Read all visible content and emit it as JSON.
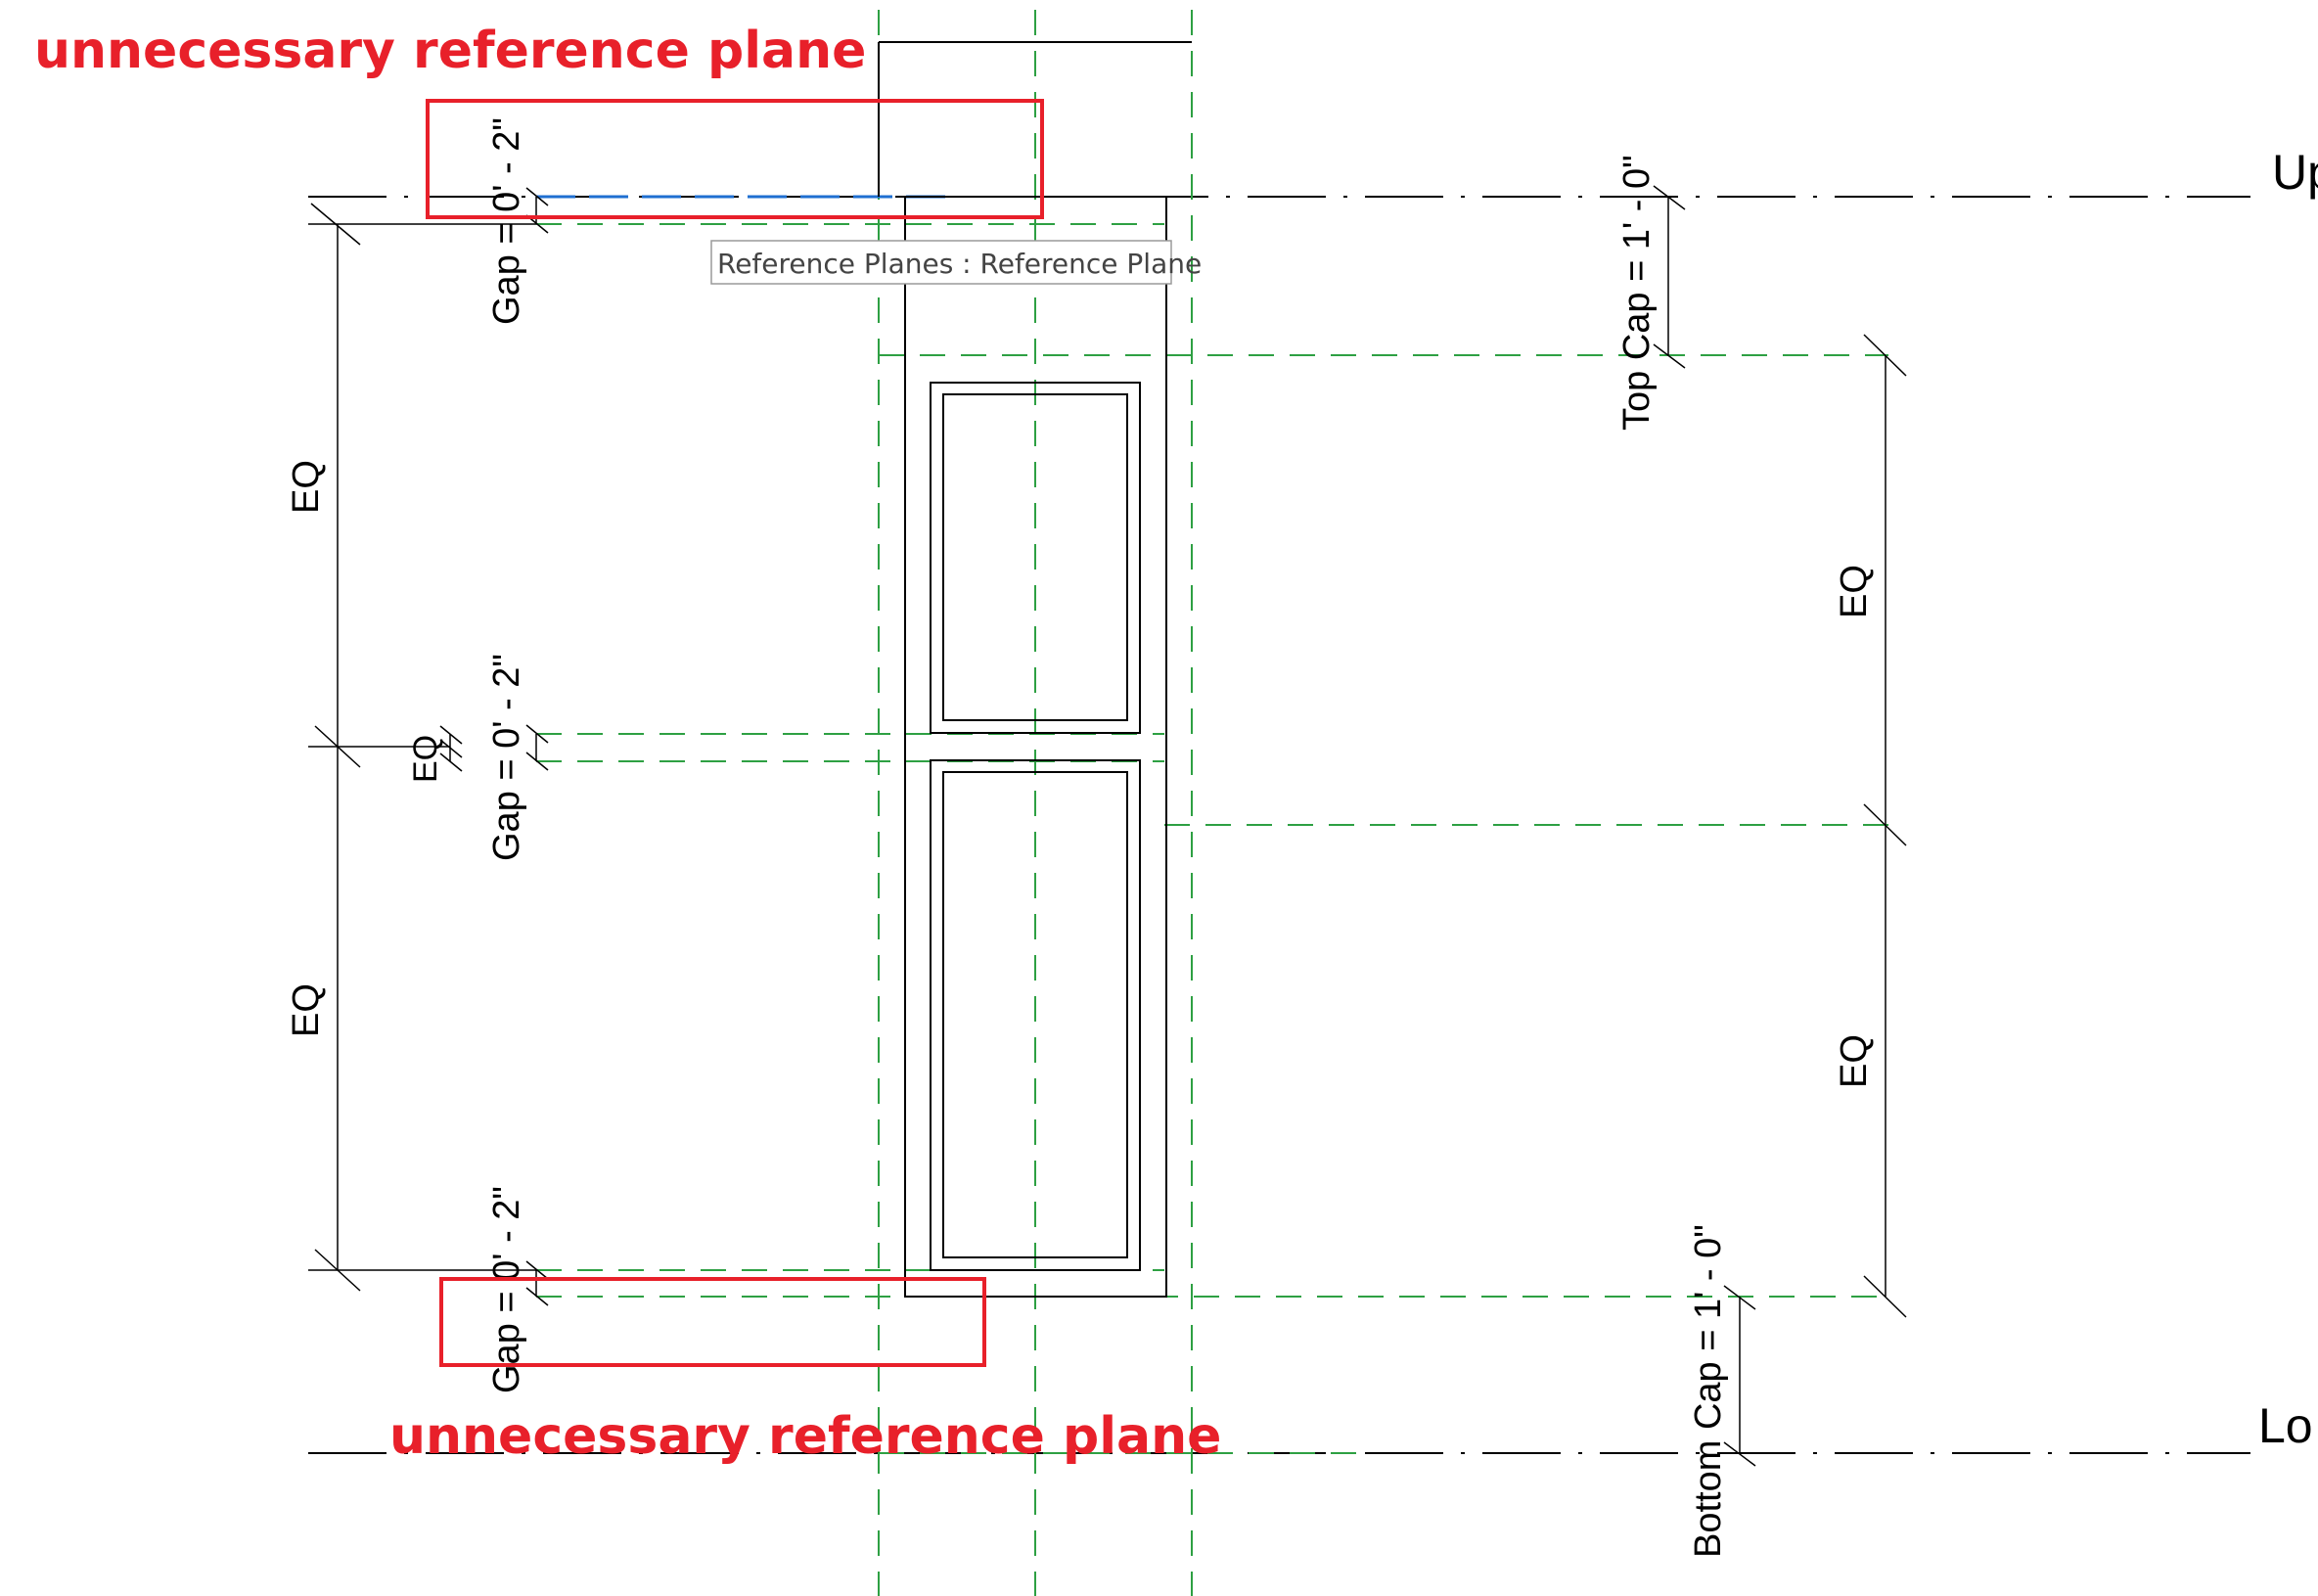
{
  "annotations": {
    "top": "unnecessary reference plane",
    "bottom": "unnecessary reference plane",
    "color": "#e8202a"
  },
  "tooltip": "Reference Planes : Reference Plane",
  "levels": {
    "upper": "Up",
    "lower": "Lo"
  },
  "dimensions": {
    "gap_top_label": "Gap = 0' - 2\"",
    "gap_middle_label": "Gap = 0' - 2\"",
    "gap_bottom_label": "Gap = 0' - 2\"",
    "eq_left_upper": "EQ",
    "eq_left_lower": "EQ",
    "eq_middle_small": "EQ",
    "eq_right_upper": "EQ",
    "eq_right_lower": "EQ",
    "top_cap": "Top Cap = 1' - 0\"",
    "bottom_cap": "Bottom Cap = 1' - 0\""
  },
  "colors": {
    "reference_plane": "#2ea043",
    "highlight_plane": "#1f6fd1",
    "geometry": "#000000",
    "level_line": "#000000"
  }
}
